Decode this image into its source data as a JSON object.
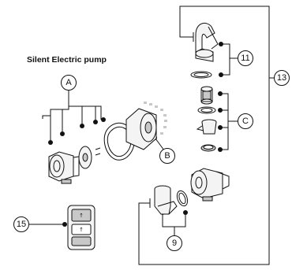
{
  "title": "Silent Electric pump",
  "callouts": {
    "a": "A",
    "b": "B",
    "c": "C",
    "n9": "9",
    "n11": "11",
    "n13": "13",
    "n15": "15"
  },
  "colors": {
    "line": "#111111",
    "part_fill": "#f4f4f4",
    "part_shade": "#c8c8c8"
  }
}
